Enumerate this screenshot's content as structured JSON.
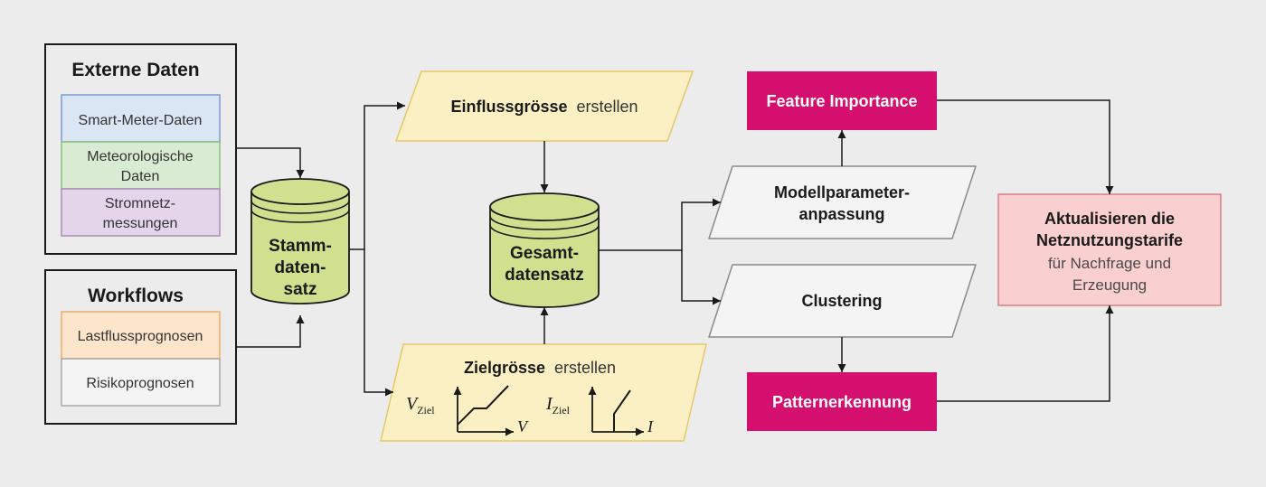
{
  "colors": {
    "background": "#ececec",
    "smart_meter": "#dbe6f5",
    "meteo": "#d9ebd2",
    "grid": "#e4d5ea",
    "lastfluss": "#fde5cc",
    "db_green": "#cfe08f",
    "param": "#fbf0c4",
    "magenta": "#d40f6e",
    "result": "#f9cfd0"
  },
  "externe": {
    "title": "Externe Daten",
    "item1": "Smart-Meter-Daten",
    "item2_l1": "Meteorologische",
    "item2_l2": "Daten",
    "item3_l1": "Stromnetz-",
    "item3_l2": "messungen"
  },
  "workflows": {
    "title": "Workflows",
    "item1": "Lastflussprognosen",
    "item2": "Risikoprognosen"
  },
  "stamm": {
    "l1": "Stamm-",
    "l2": "daten-",
    "l3": "satz"
  },
  "gesamt": {
    "l1": "Gesamt-",
    "l2": "datensatz"
  },
  "einfluss": {
    "bold": "Einflussgrösse",
    "rest": "erstellen"
  },
  "ziel": {
    "bold": "Zielgrösse",
    "rest": "erstellen",
    "v_sym": "V",
    "v_sub": "Ziel",
    "v_axis": "V",
    "i_sym": "I",
    "i_sub": "Ziel",
    "i_axis": "I"
  },
  "feature": "Feature Importance",
  "modell": {
    "l1": "Modellparameter-",
    "l2": "anpassung"
  },
  "clustering": "Clustering",
  "pattern": "Patternerkennung",
  "aktual": {
    "l1": "Aktualisieren die",
    "l2": "Netznutzungstarife",
    "l3": "für Nachfrage und",
    "l4": "Erzeugung"
  }
}
